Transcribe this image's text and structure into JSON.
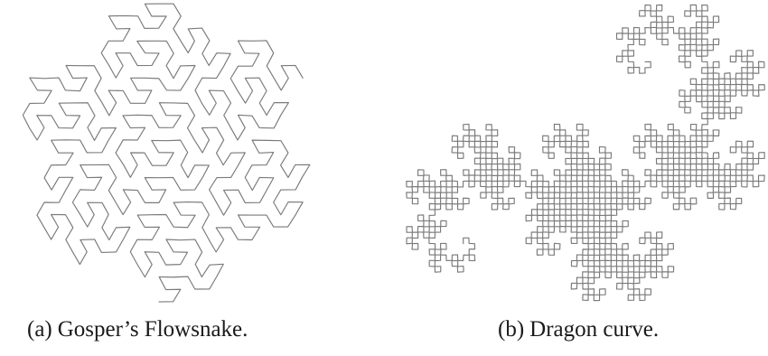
{
  "figure": {
    "panels": [
      {
        "tag": "(a)",
        "caption": "Gosper’s Flowsnake.",
        "curve": "gosper-flowsnake",
        "stroke_color": "#7a7a7a"
      },
      {
        "tag": "(b)",
        "caption": "Dragon curve.",
        "curve": "dragon-curve",
        "stroke_color": "#7a7a7a"
      }
    ]
  }
}
